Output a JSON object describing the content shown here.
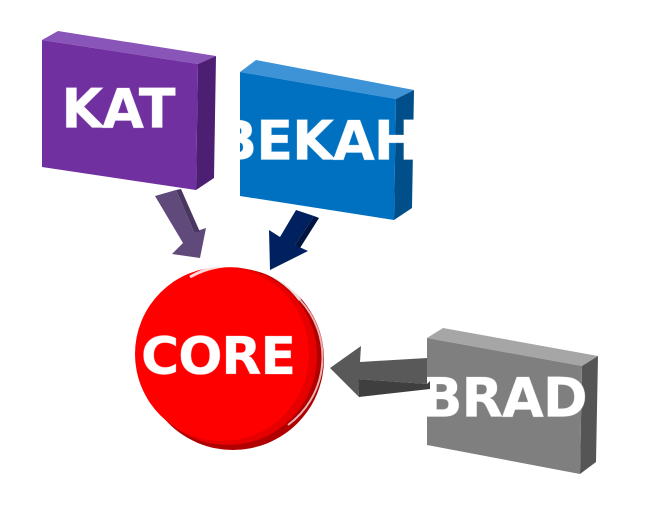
{
  "diagram": {
    "nodes": [
      {
        "id": "kat",
        "label": "KAT",
        "color": "#7030a0",
        "shape": "box"
      },
      {
        "id": "bekah",
        "label": "BEKAH",
        "color": "#0070c0",
        "shape": "box"
      },
      {
        "id": "brad",
        "label": "BRAD",
        "color": "#7f7f7f",
        "shape": "box"
      },
      {
        "id": "core",
        "label": "CORE",
        "color": "#ff0000",
        "shape": "circle"
      }
    ],
    "edges": [
      {
        "from": "kat",
        "to": "core",
        "color": "#604a7b"
      },
      {
        "from": "bekah",
        "to": "core",
        "color": "#002060"
      },
      {
        "from": "brad",
        "to": "core",
        "color": "#595959"
      }
    ]
  }
}
